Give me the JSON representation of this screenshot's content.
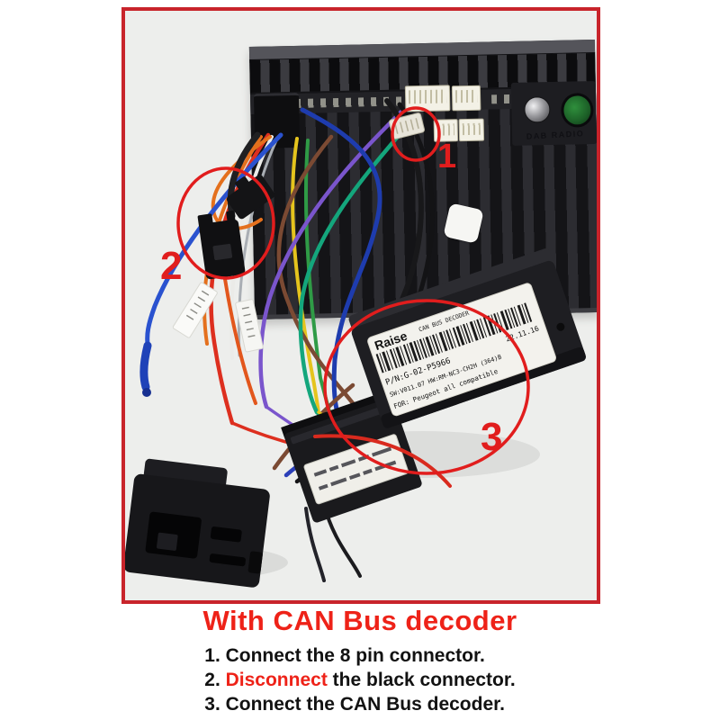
{
  "caption": {
    "title": "With CAN Bus decoder",
    "step1": "1. Connect the 8 pin connector.",
    "step2_num": "2. ",
    "step2_action": "Disconnect",
    "step2_rest": " the black connector.",
    "step3": "3. Connect the CAN Bus decoder."
  },
  "photo": {
    "marker1": "1",
    "marker2": "2",
    "marker3": "3",
    "head_unit_port_text": "DAB RADIO",
    "decoder_label": {
      "brand": "Raise",
      "product": "CAN BUS DECODER",
      "part_number": "P/N:G-02-P5966",
      "date": "22.11.16",
      "spec": "SW:V011.07  HW:RM-NC3-CH2H  (364)B",
      "compat": "FOR: Peugeot all compatible"
    }
  },
  "colors": {
    "frame_border": "#c8242b",
    "annotation_red": "#e11d1d",
    "title_red": "#ee2218"
  }
}
